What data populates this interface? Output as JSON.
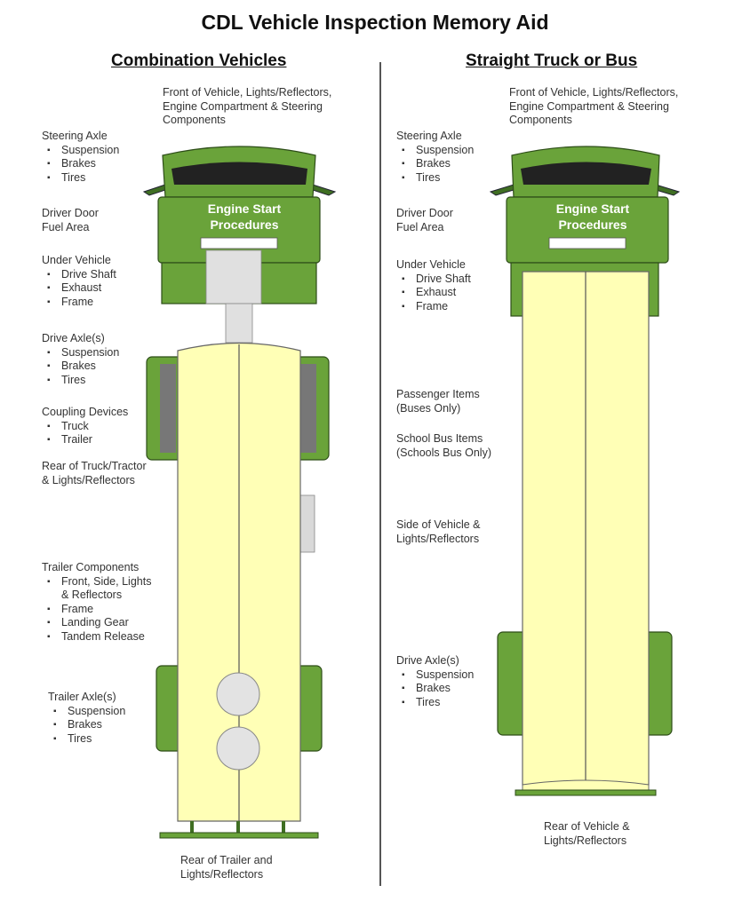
{
  "title": "CDL Vehicle Inspection Memory Aid",
  "colors": {
    "cab_green": "#6aa33a",
    "cab_dark": "#3f6e22",
    "body_yellow": "#ffffb6",
    "gray": "#d9d9d9"
  },
  "left": {
    "heading": "Combination Vehicles",
    "front": [
      "Front of Vehicle, Lights/Reflectors,",
      "Engine Compartment & Steering",
      "Components"
    ],
    "steering": {
      "title": "Steering Axle",
      "items": [
        "Suspension",
        "Brakes",
        "Tires"
      ]
    },
    "driver_door": [
      "Driver Door",
      "Fuel Area"
    ],
    "under_vehicle": {
      "title": "Under Vehicle",
      "items": [
        "Drive Shaft",
        "Exhaust",
        "Frame"
      ]
    },
    "drive_axle": {
      "title": "Drive Axle(s)",
      "items": [
        "Suspension",
        "Brakes",
        "Tires"
      ]
    },
    "coupling": {
      "title": "Coupling Devices",
      "items": [
        "Truck",
        "Trailer"
      ]
    },
    "rear_truck": [
      "Rear of Truck/Tractor",
      "& Lights/Reflectors"
    ],
    "trailer_components": {
      "title": "Trailer Components",
      "items": [
        "Front, Side, Lights",
        "& Reflectors",
        "Frame",
        "Landing Gear",
        "Tandem Release"
      ]
    },
    "trailer_axle": {
      "title": "Trailer Axle(s)",
      "items": [
        "Suspension",
        "Brakes",
        "Tires"
      ]
    },
    "rear_trailer": [
      "Rear of Trailer and",
      "Lights/Reflectors"
    ],
    "engine_label": [
      "Engine Start",
      "Procedures"
    ]
  },
  "right": {
    "heading": "Straight Truck or Bus",
    "front": [
      "Front of Vehicle, Lights/Reflectors,",
      "Engine Compartment & Steering",
      "Components"
    ],
    "steering": {
      "title": "Steering Axle",
      "items": [
        "Suspension",
        "Brakes",
        "Tires"
      ]
    },
    "driver_door": [
      "Driver Door",
      "Fuel Area"
    ],
    "under_vehicle": {
      "title": "Under Vehicle",
      "items": [
        "Drive Shaft",
        "Exhaust",
        "Frame"
      ]
    },
    "passenger": [
      "Passenger Items",
      "(Buses Only)"
    ],
    "school_bus": [
      "School Bus Items",
      "(Schools Bus Only)"
    ],
    "side": [
      "Side of Vehicle &",
      "Lights/Reflectors"
    ],
    "drive_axle": {
      "title": "Drive Axle(s)",
      "items": [
        "Suspension",
        "Brakes",
        "Tires"
      ]
    },
    "rear": [
      "Rear of Vehicle &",
      "Lights/Reflectors"
    ],
    "engine_label": [
      "Engine Start",
      "Procedures"
    ]
  }
}
